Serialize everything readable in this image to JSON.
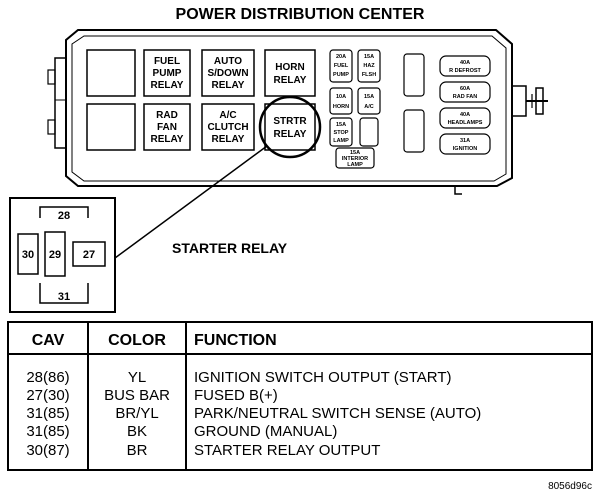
{
  "title": "POWER DISTRIBUTION CENTER",
  "relays": {
    "fuel_pump": [
      "FUEL",
      "PUMP",
      "RELAY"
    ],
    "auto_shutdown": [
      "AUTO",
      "S/DOWN",
      "RELAY"
    ],
    "horn": [
      "HORN",
      "RELAY"
    ],
    "rad_fan": [
      "RAD",
      "FAN",
      "RELAY"
    ],
    "ac_clutch": [
      "A/C",
      "CLUTCH",
      "RELAY"
    ],
    "starter": [
      "STRTR",
      "RELAY"
    ]
  },
  "fuses": {
    "f1": [
      "20A",
      "FUEL",
      "PUMP"
    ],
    "f2": [
      "15A",
      "HAZ",
      "FLSH"
    ],
    "f3": [
      "10A",
      "HORN"
    ],
    "f4": [
      "15A",
      "A/C"
    ],
    "f5": [
      "15A",
      "STOP",
      "LAMP"
    ],
    "f6": [
      "15A",
      "INTERIOR",
      "LAMP"
    ],
    "m1": [
      "40A",
      "R DEFROST"
    ],
    "m2": [
      "60A",
      "RAD FAN"
    ],
    "m3": [
      "40A",
      "HEADLAMPS"
    ],
    "m4": [
      "31A",
      "IGNITION"
    ]
  },
  "pins": {
    "p28": "28",
    "p30": "30",
    "p29": "29",
    "p27": "27",
    "p31": "31"
  },
  "starter_relay_label": "STARTER RELAY",
  "table": {
    "headers": {
      "cav": "CAV",
      "color": "COLOR",
      "function": "FUNCTION"
    },
    "rows": [
      {
        "cav": "28(86)",
        "color": "YL",
        "function": "IGNITION SWITCH OUTPUT (START)"
      },
      {
        "cav": "27(30)",
        "color": "BUS BAR",
        "function": "FUSED B(+)"
      },
      {
        "cav": "31(85)",
        "color": "BR/YL",
        "function": "PARK/NEUTRAL SWITCH SENSE (AUTO)"
      },
      {
        "cav": "31(85)",
        "color": "BK",
        "function": "GROUND (MANUAL)"
      },
      {
        "cav": "30(87)",
        "color": "BR",
        "function": "STARTER RELAY OUTPUT"
      }
    ]
  },
  "figure_id": "8056d96c"
}
